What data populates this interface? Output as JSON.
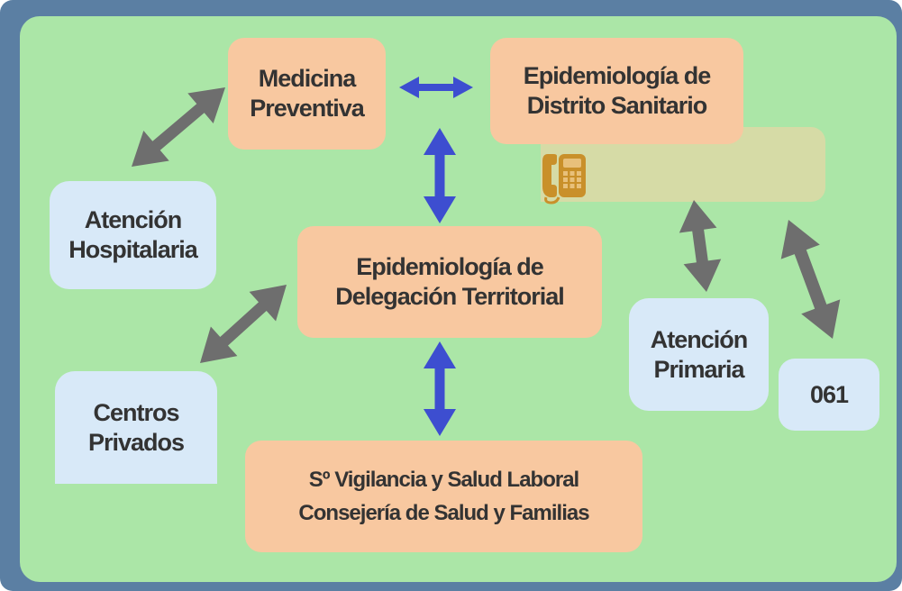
{
  "diagram": {
    "nodes": {
      "medicina_preventiva": {
        "lines": [
          "Medicina",
          "Preventiva"
        ]
      },
      "epidemiologia_distrito": {
        "lines": [
          "Epidemiología de",
          "Distrito Sanitario"
        ]
      },
      "epidemiologia_delegacion": {
        "lines": [
          "Epidemiología de",
          "Delegación Territorial"
        ]
      },
      "atencion_hospitalaria": {
        "lines": [
          "Atención",
          "Hospitalaria"
        ]
      },
      "centros_privados": {
        "lines": [
          "Centros",
          "Privados"
        ]
      },
      "atencion_primaria": {
        "lines": [
          "Atención",
          "Primaria"
        ]
      },
      "n061": {
        "lines": [
          "061"
        ]
      },
      "vigilancia": {
        "lines": [
          "Sº Vigilancia y Salud  Laboral",
          "Consejería de Salud y Familias"
        ]
      }
    },
    "phone_icon": "telephone-icon",
    "connections": [
      {
        "from": "medicina_preventiva",
        "to": "epidemiologia_distrito",
        "color": "#3d4ed0"
      },
      {
        "from": "medicina_preventiva",
        "to": "epidemiologia_delegacion",
        "color": "#3d4ed0"
      },
      {
        "from": "epidemiologia_delegacion",
        "to": "vigilancia",
        "color": "#3d4ed0"
      },
      {
        "from": "medicina_preventiva",
        "to": "atencion_hospitalaria",
        "color": "#6e6e6e"
      },
      {
        "from": "epidemiologia_delegacion",
        "to": "centros_privados",
        "color": "#6e6e6e"
      },
      {
        "from": "epidemiologia_distrito",
        "to": "atencion_primaria",
        "color": "#6e6e6e"
      },
      {
        "from": "epidemiologia_distrito",
        "to": "n061",
        "color": "#6e6e6e"
      }
    ]
  },
  "colors": {
    "frame": "#5b7fa3",
    "background": "#abe6a7",
    "node_orange": "#f8c8a0",
    "node_blue": "#d8e9f8",
    "phone_bar": "#d6dba6",
    "phone_icon": "#c9902a",
    "arrow_blue": "#3d4ed0",
    "arrow_gray": "#6e6e6e"
  }
}
